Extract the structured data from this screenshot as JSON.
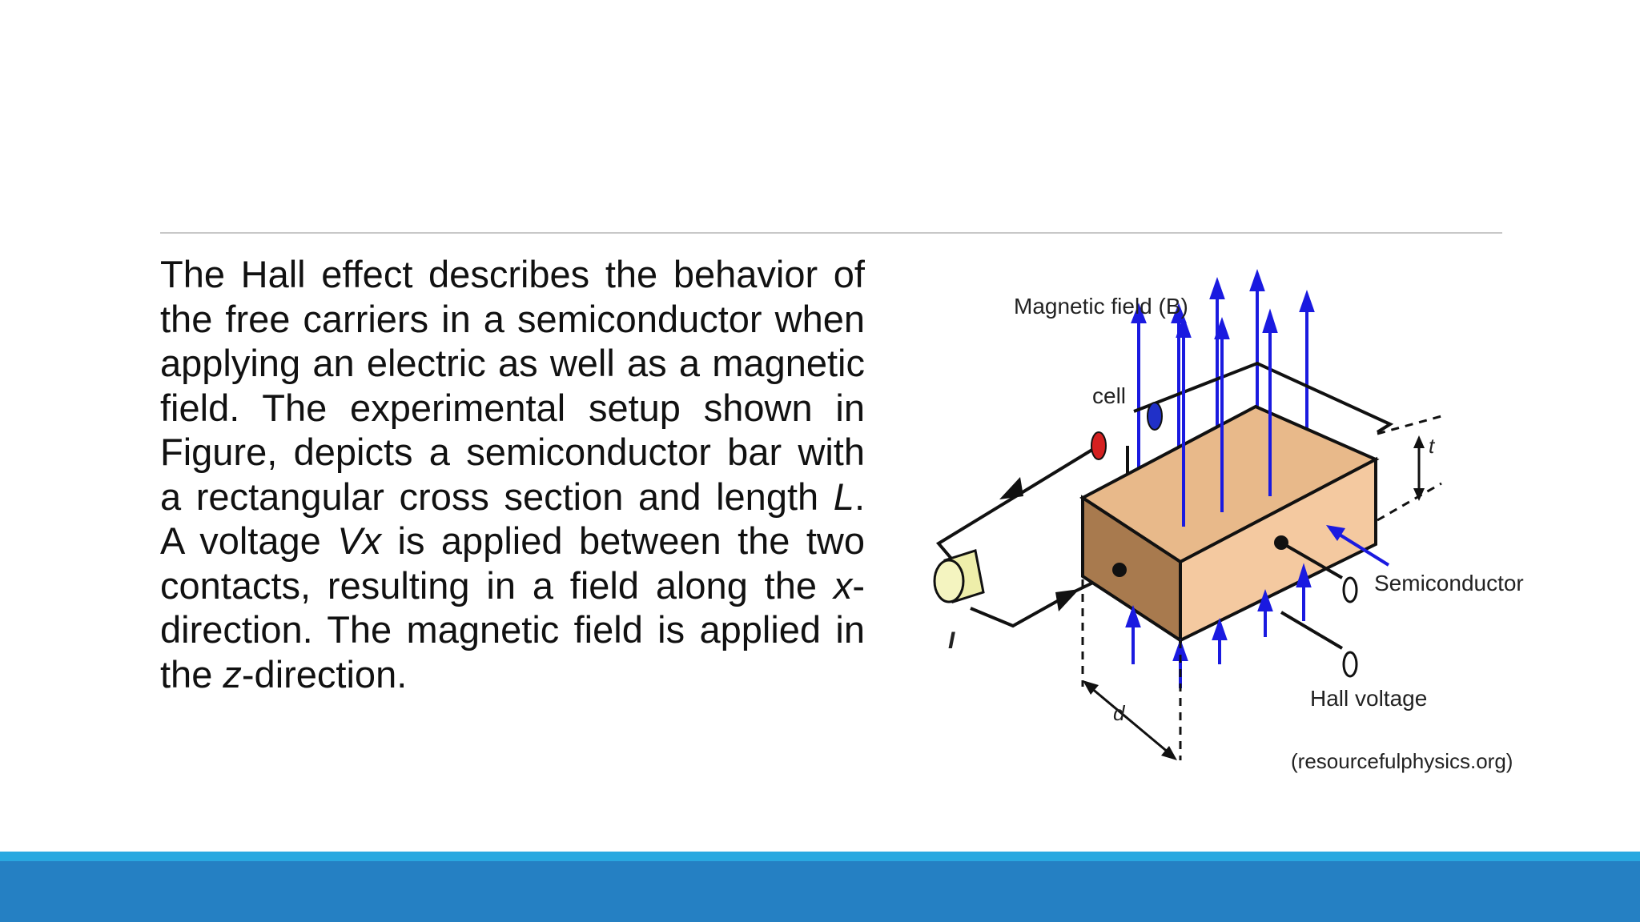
{
  "slide": {
    "paragraph": [
      {
        "text": "The Hall effect describes the behavior of the free carriers in a semiconductor when applying an electric as well as a magnetic field. The experimental setup shown in Figure, depicts a semiconductor bar with a rectangular cross section and length ",
        "italic": false
      },
      {
        "text": "L",
        "italic": true
      },
      {
        "text": ". A voltage ",
        "italic": false
      },
      {
        "text": "Vx",
        "italic": true
      },
      {
        "text": " is applied between the two contacts, resulting in a field along the ",
        "italic": false
      },
      {
        "text": "x",
        "italic": true
      },
      {
        "text": "-direction. The magnetic field is applied in the ",
        "italic": false
      },
      {
        "text": "z",
        "italic": true
      },
      {
        "text": "-direction.",
        "italic": false
      }
    ]
  },
  "figure": {
    "labels": {
      "magnetic_field": "Magnetic field (B)",
      "cell": "cell",
      "semiconductor": "Semiconductor",
      "hall_voltage": "Hall voltage",
      "current": "I",
      "thickness": "t",
      "width": "d",
      "source": "(resourcefulphysics.org)"
    },
    "colors": {
      "field_arrows": "#1a1ae0",
      "bar_top": "#e8b98a",
      "bar_front": "#a87a4e",
      "bar_side": "#f4c9a0",
      "cell_positive": "#d42020",
      "cell_negative": "#2030c8",
      "meter": "#eeeeaa"
    }
  },
  "footer": {
    "bar_color": "#2580c3",
    "accent_color": "#29a8e0"
  }
}
